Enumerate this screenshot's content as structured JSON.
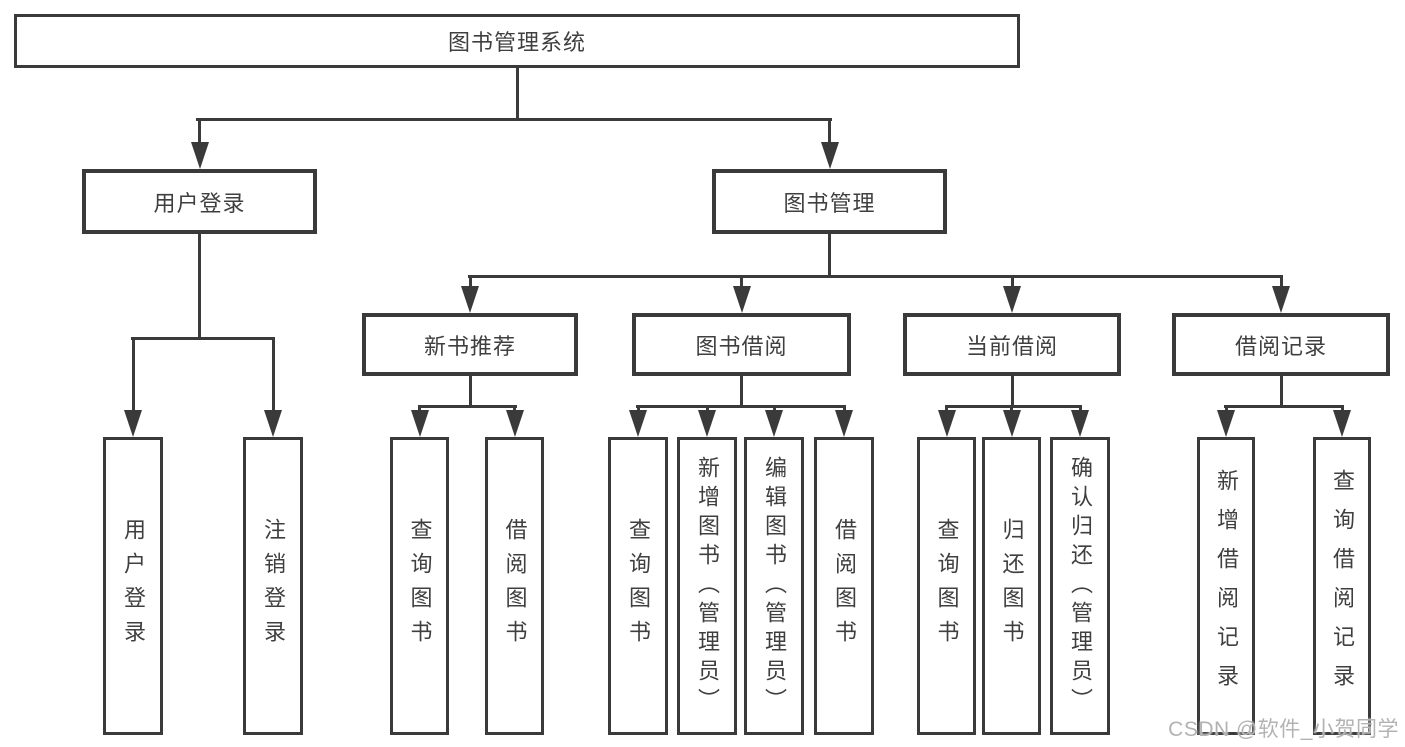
{
  "diagram": {
    "root": {
      "label": "图书管理系统"
    },
    "branches": [
      {
        "label": "用户登录",
        "children": [
          "用户登录",
          "注销登录"
        ]
      },
      {
        "label": "图书管理",
        "children": [
          {
            "label": "新书推荐",
            "children": [
              "查询图书",
              "借阅图书"
            ]
          },
          {
            "label": "图书借阅",
            "children": [
              "查询图书",
              "新增图书（管理员）",
              "编辑图书（管理员）",
              "借阅图书"
            ]
          },
          {
            "label": "当前借阅",
            "children": [
              "查询图书",
              "归还图书",
              "确认归还（管理员）"
            ]
          },
          {
            "label": "借阅记录",
            "children": [
              "新增借阅记录",
              "查询借阅记录"
            ]
          }
        ]
      }
    ]
  },
  "watermark": "CSDN @软件_小贺同学",
  "colors": {
    "line": "#3a3a3a",
    "text": "#3f3f3f",
    "box_background": "#ffffff",
    "watermark": "#b3b3b3",
    "page_background": "#ffffff"
  }
}
